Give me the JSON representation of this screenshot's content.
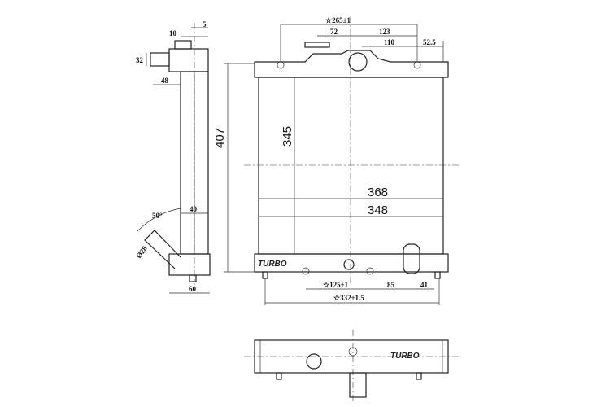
{
  "drawing": {
    "top_dims": {
      "overall": "☆265±1",
      "d72": "72",
      "d123": "123",
      "d110": "110",
      "d52": "52.5"
    },
    "side_dims": {
      "d10": "10",
      "d5": "5",
      "d32": "32",
      "d48": "48",
      "angle": "50°",
      "d40": "40",
      "dia": "Ø28",
      "d60": "60"
    },
    "front_dims": {
      "height": "407",
      "core_h": "345",
      "w368": "368",
      "w348": "348"
    },
    "bottom_dims": {
      "d125": "☆125±1",
      "d85": "85",
      "d41": "41",
      "d332": "☆332±1.5"
    },
    "logo": "TURBO"
  }
}
